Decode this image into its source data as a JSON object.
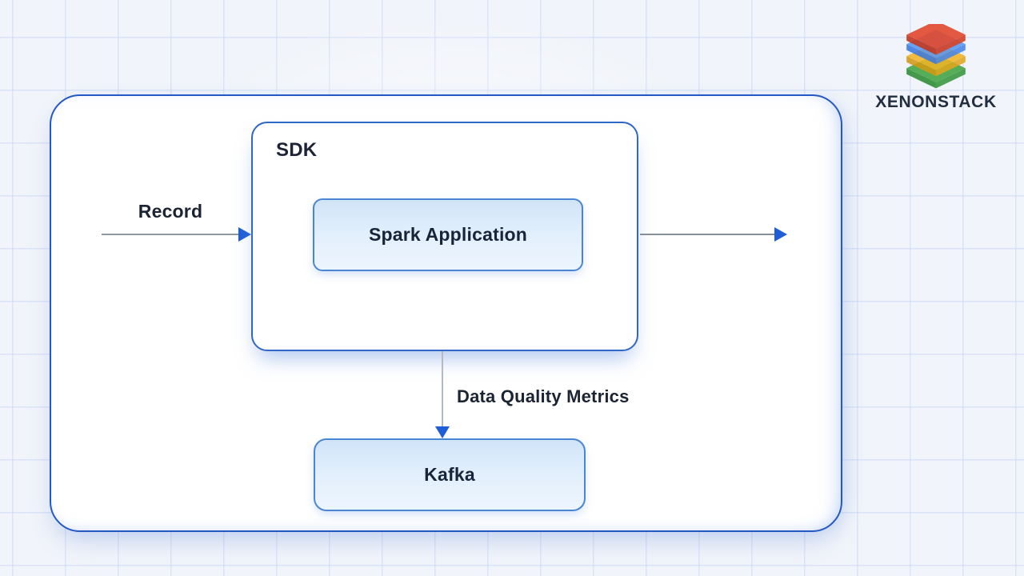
{
  "brand": {
    "name": "XENONSTACK",
    "logo_icon": "xenonstack-layers-icon",
    "layer_colors": {
      "red_top": "#e14b31",
      "red_side": "#c23b24",
      "blue_top": "#5697f2",
      "blue_side": "#3c7ade",
      "yellow_top": "#f0b426",
      "yellow_side": "#d39a14",
      "green_top": "#49a84c",
      "green_side": "#35913c"
    }
  },
  "diagram": {
    "nodes": {
      "sdk": "SDK",
      "spark": "Spark Application",
      "kafka": "Kafka"
    },
    "edges": {
      "record": "Record",
      "metrics": "Data Quality Metrics"
    },
    "colors": {
      "container_border": "#2458c5",
      "inner_box_border": "#3068c6",
      "node_border": "#4a86d4",
      "node_fill_top": "#d0e4f8",
      "node_fill_bottom": "#edf5fe",
      "arrow_shaft_gray": "#8f979f",
      "arrow_head_blue": "#1f5ed6",
      "text_dark": "#1b2432",
      "background": "#f1f4fa",
      "grid_line": "#c6d7f3"
    }
  }
}
